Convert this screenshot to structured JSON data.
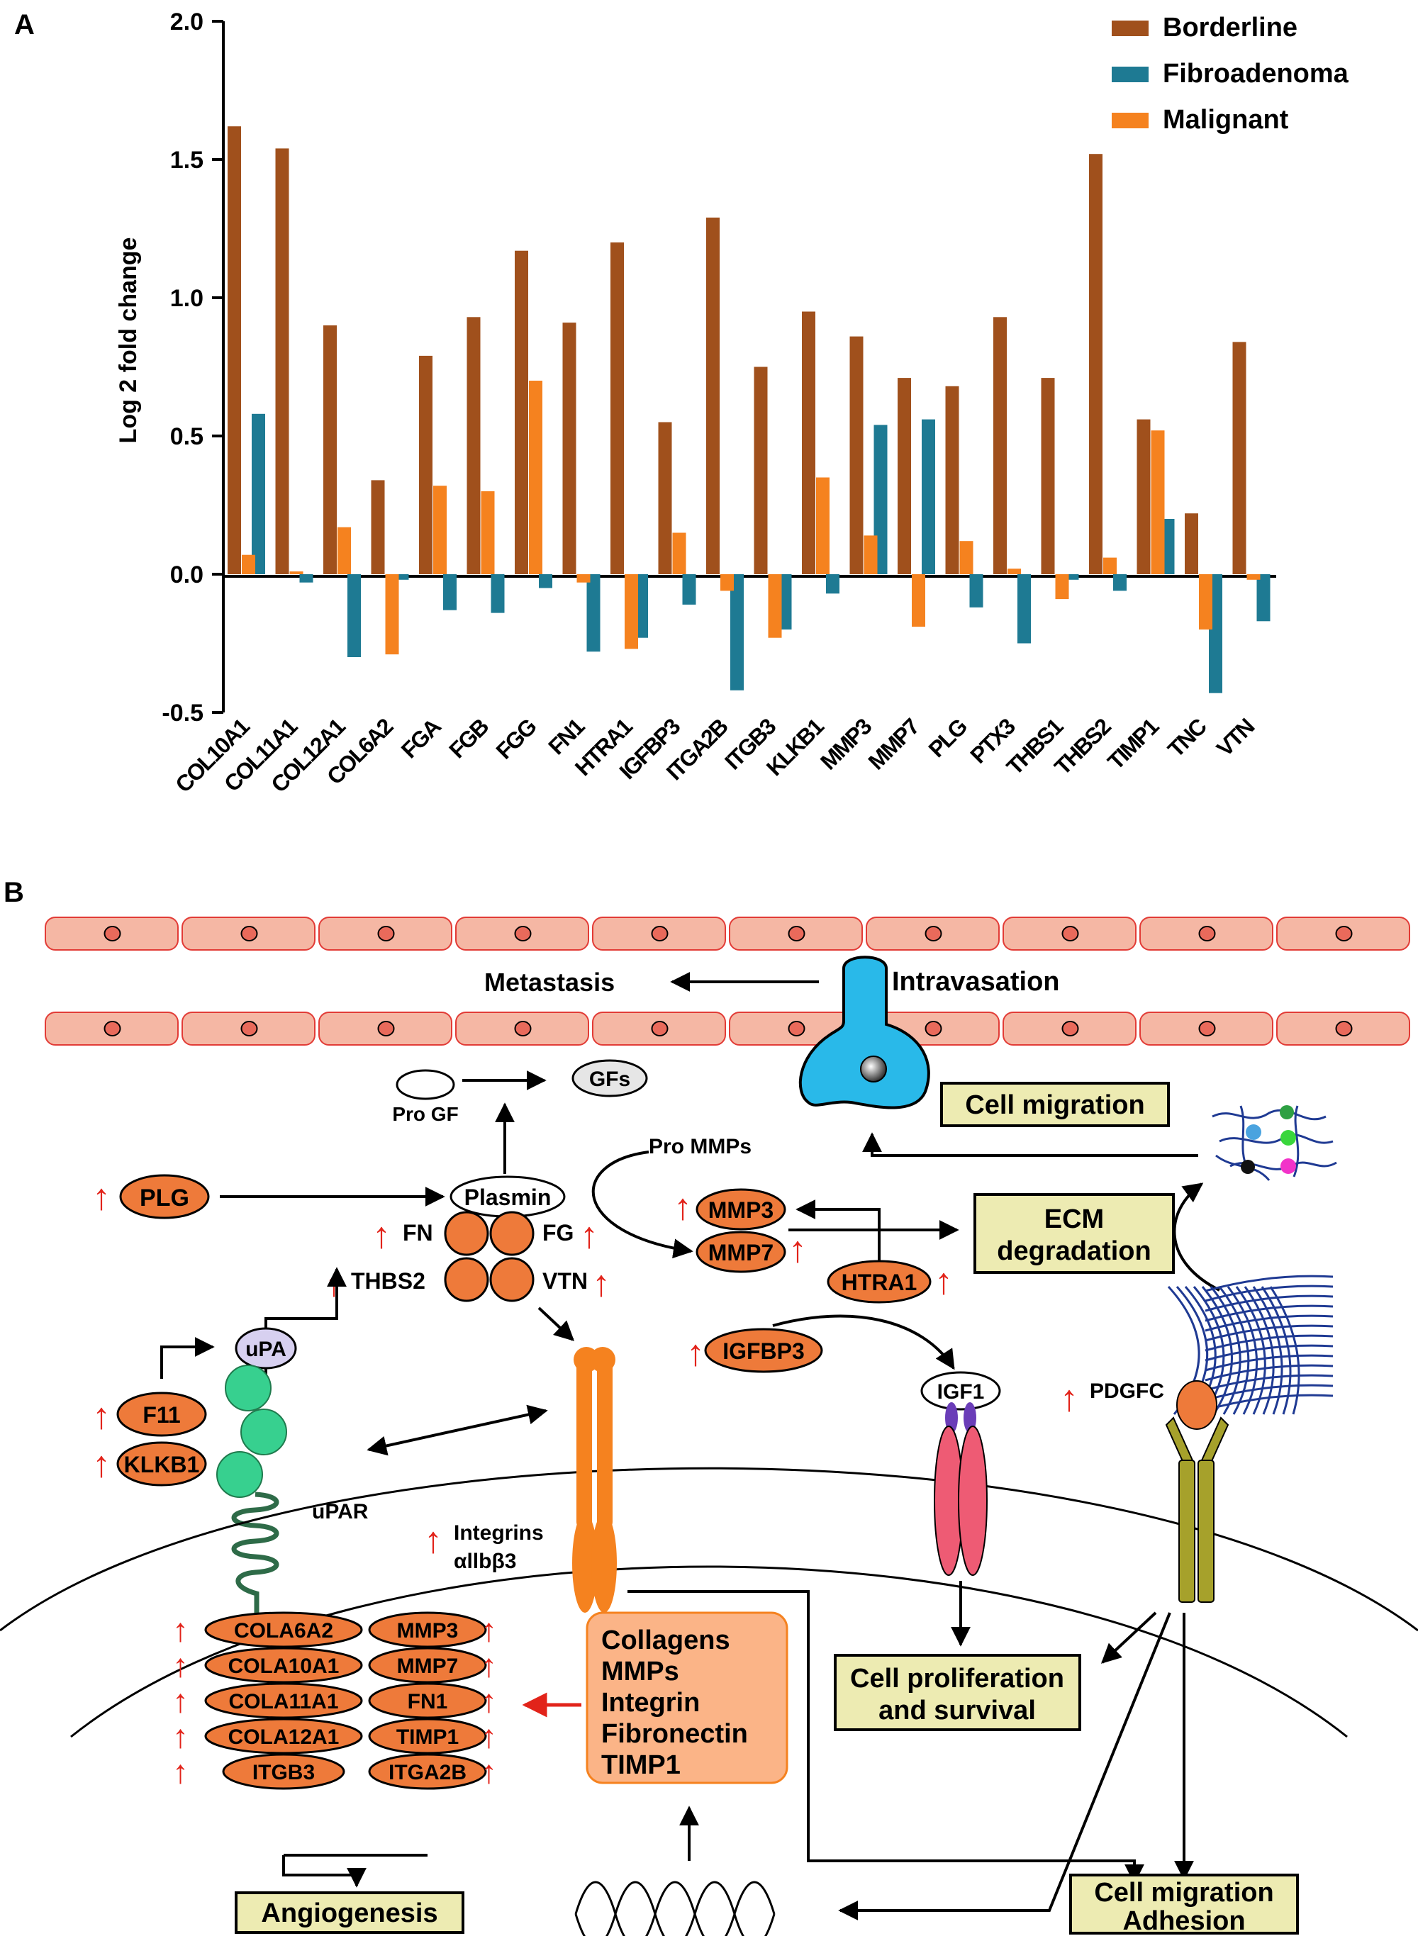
{
  "panel_a": {
    "letter": "A"
  },
  "panel_b": {
    "letter": "B"
  },
  "colors": {
    "borderline": "#A0501C",
    "fibroadenoma": "#1E7A93",
    "malignant": "#F5821F",
    "vessel_fill": "#F5B7A4",
    "vessel_stroke": "#E23B36",
    "orange_node": "#EE7A3A",
    "green_node": "#37D08F",
    "migrating_cell": "#29B9E9",
    "box_fill": "#EDEBB2",
    "big_box_fill": "#FBB487",
    "up_arrow": "#E2231A"
  },
  "chart_data": {
    "type": "bar",
    "title": "",
    "xlabel": "",
    "ylabel": "Log 2 fold change",
    "ylim": [
      -0.5,
      2.0
    ],
    "yticks": [
      "-0.5",
      "0.0",
      "0.5",
      "1.0",
      "1.5",
      "2.0"
    ],
    "ytick_values": [
      -0.5,
      0.0,
      0.5,
      1.0,
      1.5,
      2.0
    ],
    "legend_position": "top-right",
    "grid": false,
    "categories": [
      "COL10A1",
      "COL11A1",
      "COL12A1",
      "COL6A2",
      "FGA",
      "FGB",
      "FGG",
      "FN1",
      "HTRA1",
      "IGFBP3",
      "ITGA2B",
      "ITGB3",
      "KLKB1",
      "MMP3",
      "MMP7",
      "PLG",
      "PTX3",
      "THBS1",
      "THBS2",
      "TIMP1",
      "TNC",
      "VTN"
    ],
    "series": [
      {
        "name": "Borderline",
        "color": "#A0501C",
        "values": [
          1.62,
          1.54,
          0.9,
          0.34,
          0.79,
          0.93,
          1.17,
          0.91,
          1.2,
          0.55,
          1.29,
          0.75,
          0.95,
          0.86,
          0.71,
          0.68,
          0.93,
          0.71,
          1.52,
          0.56,
          0.22,
          0.84
        ]
      },
      {
        "name": "Fibroadenoma",
        "color": "#1E7A93",
        "values": [
          0.58,
          -0.03,
          -0.3,
          -0.02,
          -0.13,
          -0.14,
          -0.05,
          -0.28,
          -0.23,
          -0.11,
          -0.42,
          -0.2,
          -0.07,
          0.54,
          0.56,
          -0.12,
          -0.25,
          -0.02,
          -0.06,
          0.2,
          -0.43,
          -0.17
        ]
      },
      {
        "name": "Malignant",
        "color": "#F5821F",
        "values": [
          0.07,
          0.01,
          0.17,
          -0.29,
          0.32,
          0.3,
          0.7,
          -0.03,
          -0.27,
          0.15,
          -0.06,
          -0.23,
          0.35,
          0.14,
          -0.19,
          0.12,
          0.02,
          -0.09,
          0.06,
          0.52,
          -0.2,
          -0.02
        ]
      }
    ]
  },
  "diagram": {
    "labels": {
      "metastasis": "Metastasis",
      "intravasation": "Intravasation",
      "pro_gf": "Pro GF",
      "gfs": "GFs",
      "cell_migration_top": "Cell migration",
      "pro_mmps": "Pro MMPs",
      "plg": "PLG",
      "plasmin": "Plasmin",
      "mmp3": "MMP3",
      "mmp7": "MMP7",
      "htra1": "HTRA1",
      "ecm_line1": "ECM",
      "ecm_line2": "degradation",
      "fn": "FN",
      "fg": "FG",
      "thbs2": "THBS2",
      "vtn": "VTN",
      "upa": "uPA",
      "igfbp3": "IGFBP3",
      "igf1": "IGF1",
      "pdgfc": "PDGFC",
      "f11": "F11",
      "klkb1": "KLKB1",
      "upar": "uPAR",
      "integrins_line1": "Integrins",
      "integrins_line2": "αllbβ3",
      "prolif_line1": "Cell proliferation",
      "prolif_line2": "and survival",
      "angiogenesis": "Angiogenesis",
      "migration_adhesion_line1": "Cell migration",
      "migration_adhesion_line2": "Adhesion"
    },
    "gene_list_left": [
      "COLA6A2",
      "COLA10A1",
      "COLA11A1",
      "COLA12A1",
      "ITGB3"
    ],
    "gene_list_right": [
      "MMP3",
      "MMP7",
      "FN1",
      "TIMP1",
      "ITGA2B"
    ],
    "nucleus_box": [
      "Collagens",
      "MMPs",
      "Integrin",
      "Fibronectin",
      "TIMP1"
    ]
  }
}
